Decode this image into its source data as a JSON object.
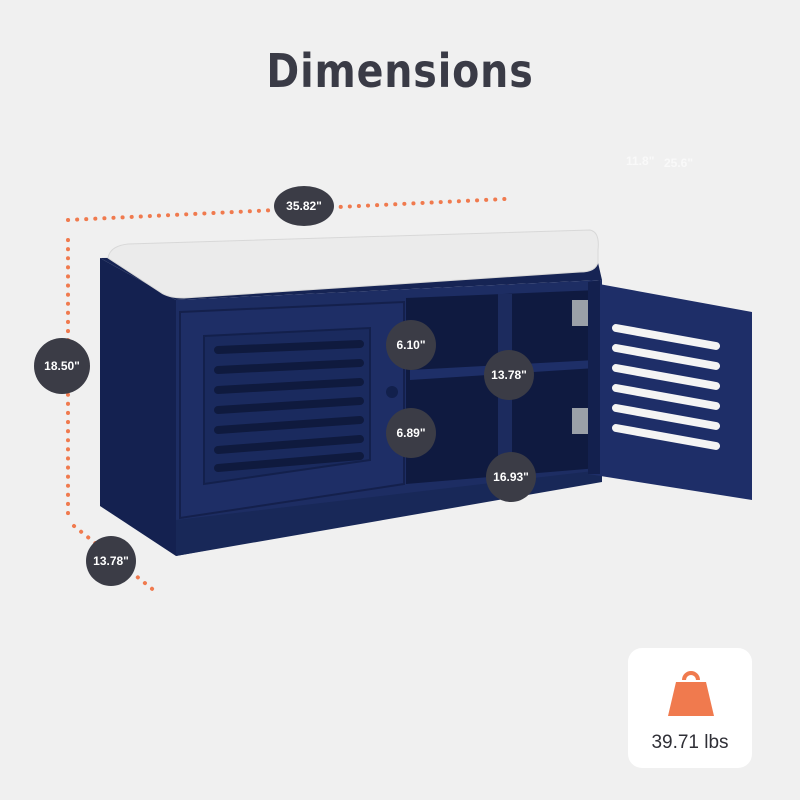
{
  "title": "Dimensions",
  "faint_labels": [
    "11.8\"",
    "25.6\""
  ],
  "dimensions": {
    "width": "35.82\"",
    "height": "18.50\"",
    "depth": "13.78\"",
    "shelf_top": "6.10\"",
    "shelf_bottom": "6.89\"",
    "compartment_height": "13.78\"",
    "compartment_width": "16.93\""
  },
  "weight": {
    "label": "39.71 lbs",
    "icon": "weight-icon"
  },
  "colors": {
    "background": "#f0f0f0",
    "title": "#3a3b46",
    "badge": "#3b3c46",
    "badge_text": "#ffffff",
    "dotted_line": "#f07a4e",
    "cabinet": "#1d2d63",
    "cabinet_dark": "#142150",
    "cushion": "#ececec",
    "weight_icon": "#f07a4e",
    "weight_text": "#2f2f36"
  }
}
